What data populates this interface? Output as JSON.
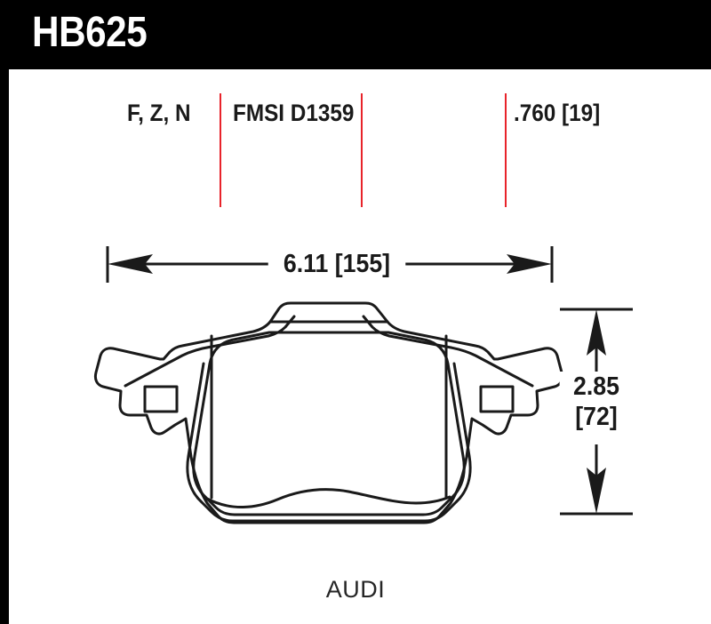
{
  "header": {
    "part_number": "HB625",
    "background_color": "#000000",
    "text_color": "#ffffff"
  },
  "spec_row": {
    "compounds": "F, Z, N",
    "fmsi": "FMSI D1359",
    "thickness": ".760 [19]",
    "divider_color": "#e8232a"
  },
  "dimensions": {
    "width": {
      "label": "6.11 [155]",
      "inches": 6.11,
      "millimeters": 155,
      "orientation": "horizontal"
    },
    "height": {
      "label_line1": "2.85",
      "label_line2": "[72]",
      "inches": 2.85,
      "millimeters": 72,
      "orientation": "vertical"
    }
  },
  "drawing": {
    "part_type": "brake-pad-outline",
    "line_color": "#1a1a1a"
  },
  "footer": {
    "vehicle": "AUDI"
  }
}
